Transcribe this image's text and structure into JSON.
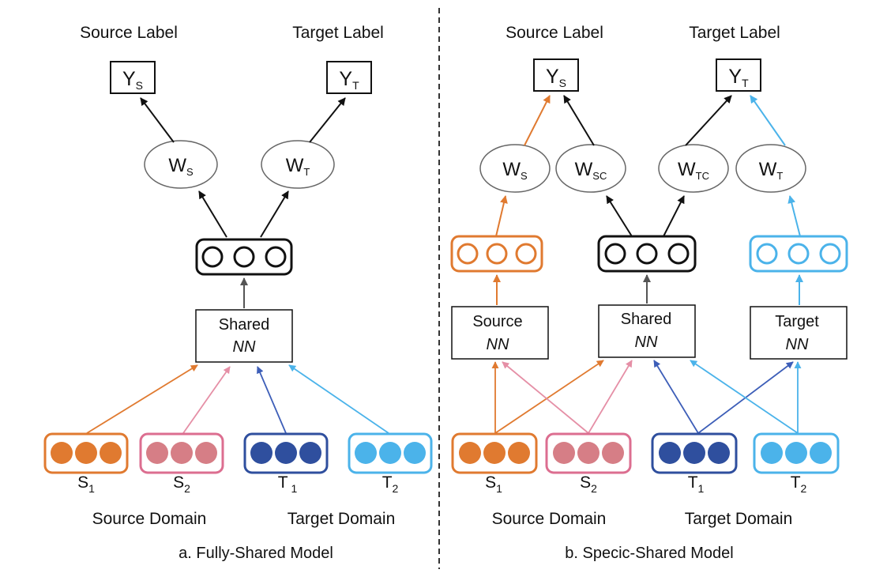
{
  "colors": {
    "source1": "#E07A30",
    "source2": "#DC6E90",
    "target1": "#2F4F9E",
    "target2": "#4BB3EA",
    "black": "#111111",
    "arrow_gray": "#555555"
  },
  "panel_a": {
    "source_label": "Source Label",
    "target_label": "Target Label",
    "ys_main": "Y",
    "ys_sub": "S",
    "yt_main": "Y",
    "yt_sub": "T",
    "ws_main": "W",
    "ws_sub": "S",
    "wt_main": "W",
    "wt_sub": "T",
    "shared_line1": "Shared",
    "shared_line2": "NN",
    "s1_main": "S",
    "s1_sub": "1",
    "s2_main": "S",
    "s2_sub": "2",
    "t1_main": "T",
    "t1_sub": "1",
    "t2_main": "T",
    "t2_sub": "2",
    "source_domain": "Source Domain",
    "target_domain": "Target Domain",
    "caption": "a. Fully-Shared Model"
  },
  "panel_b": {
    "source_label": "Source Label",
    "target_label": "Target Label",
    "ys_main": "Y",
    "ys_sub": "S",
    "yt_main": "Y",
    "yt_sub": "T",
    "ws_main": "W",
    "ws_sub": "S",
    "wsc_main": "W",
    "wsc_sub": "SC",
    "wtc_main": "W",
    "wtc_sub": "TC",
    "wt_main": "W",
    "wt_sub": "T",
    "source_line1": "Source",
    "source_line2": "NN",
    "shared_line1": "Shared",
    "shared_line2": "NN",
    "target_line1": "Target",
    "target_line2": "NN",
    "s1_main": "S",
    "s1_sub": "1",
    "s2_main": "S",
    "s2_sub": "2",
    "t1_main": "T",
    "t1_sub": "1",
    "t2_main": "T",
    "t2_sub": "2",
    "source_domain": "Source Domain",
    "target_domain": "Target Domain",
    "caption": "b. Specic-Shared Model"
  }
}
